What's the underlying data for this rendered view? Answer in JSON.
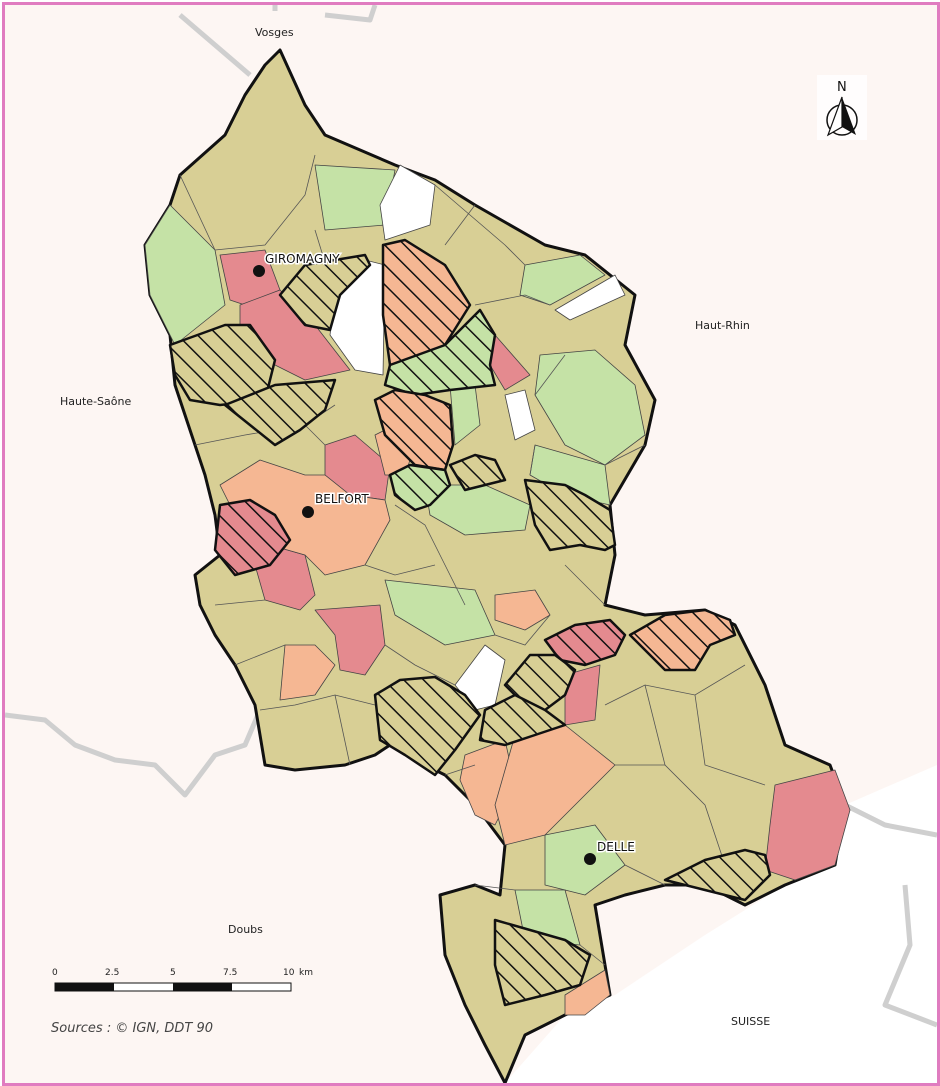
{
  "map": {
    "colors": {
      "frame": "#e07cc0",
      "background": "#fdf6f3",
      "outside": "#ffffff",
      "neighbor_border": "#cccccc",
      "olive": "#d8cf95",
      "green": "#c5e2a6",
      "salmon": "#f5b793",
      "rose": "#e48a8f",
      "white": "#ffffff",
      "outline": "#111111"
    },
    "neighbors": {
      "vosges": "Vosges",
      "haut_rhin": "Haut-Rhin",
      "haute_saone": "Haute-Saône",
      "doubs": "Doubs",
      "suisse": "SUISSE"
    },
    "cities": {
      "giromagny": "GIROMAGNY",
      "belfort": "BELFORT",
      "delle": "DELLE"
    },
    "north_arrow": {
      "label": "N"
    },
    "scale_bar": {
      "ticks": [
        "0",
        "2.5",
        "5",
        "7.5",
        "10"
      ],
      "unit": "km"
    },
    "sources": "Sources : © IGN, DDT 90"
  }
}
